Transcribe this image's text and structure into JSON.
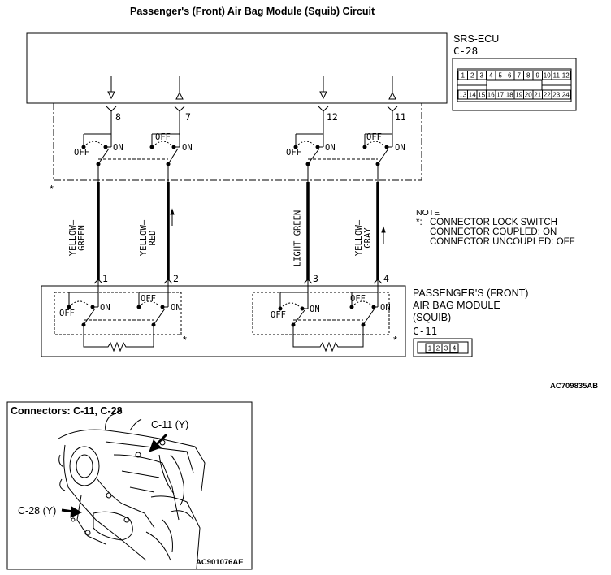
{
  "title": "Passenger's (Front) Air Bag Module (Squib) Circuit",
  "ecu": {
    "name": "SRS-ECU",
    "connector": "C-28",
    "connector_pins_top": [
      "1",
      "2",
      "3",
      "4",
      "5",
      "6",
      "7",
      "8",
      "9",
      "10",
      "11",
      "12"
    ],
    "connector_pins_bottom": [
      "13",
      "14",
      "15",
      "16",
      "17",
      "18",
      "19",
      "20",
      "21",
      "22",
      "23",
      "24"
    ]
  },
  "ecu_pins": [
    "8",
    "7",
    "12",
    "11"
  ],
  "switch_labels": {
    "off": "OFF",
    "on": "ON"
  },
  "wires": [
    {
      "pin": "1",
      "color_line1": "YELLOW–",
      "color_line2": "GREEN"
    },
    {
      "pin": "2",
      "color_line1": "YELLOW–",
      "color_line2": "RED"
    },
    {
      "pin": "3",
      "color_line1": "LIGHT GREEN",
      "color_line2": ""
    },
    {
      "pin": "4",
      "color_line1": "YELLOW–",
      "color_line2": "GRAY"
    }
  ],
  "asterisk": "*",
  "note": {
    "heading": "NOTE",
    "marker": "*:",
    "line1": "CONNECTOR LOCK SWITCH",
    "line2": "CONNECTOR COUPLED: ON",
    "line3": "CONNECTOR UNCOUPLED: OFF"
  },
  "module": {
    "line1": "PASSENGER'S (FRONT)",
    "line2": "AIR BAG MODULE",
    "line3": "(SQUIB)",
    "connector": "C-11",
    "connector_pins": [
      "1",
      "2",
      "3",
      "4"
    ]
  },
  "figure_code_1": "AC709835AB",
  "inset": {
    "title": "Connectors: C-11, C-28",
    "callout_c11": "C-11 (Y)",
    "callout_c28": "C-28 (Y)",
    "figure_code": "AC901076AE"
  }
}
